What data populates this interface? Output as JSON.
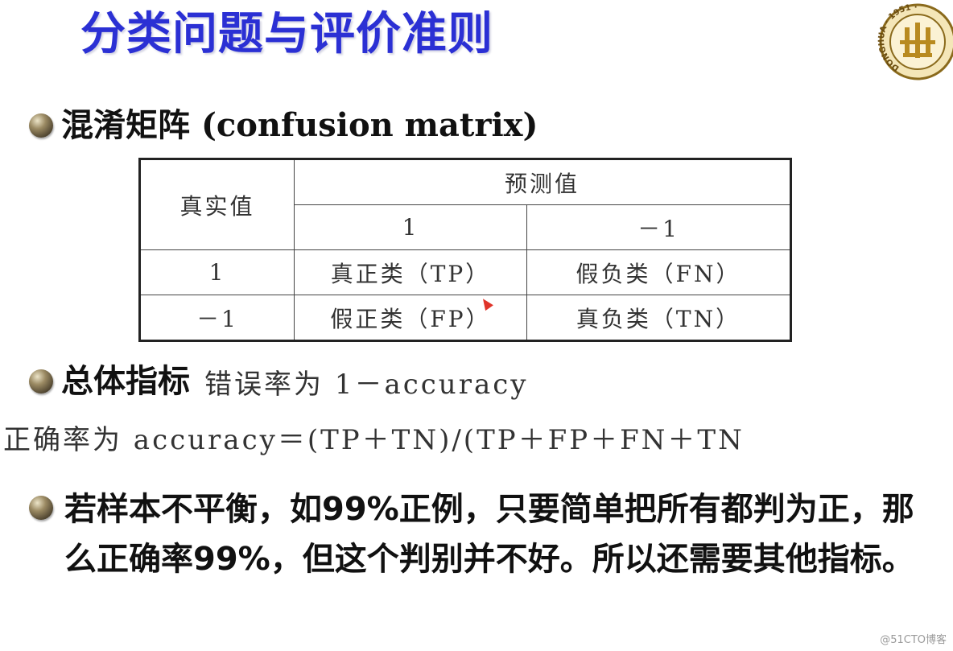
{
  "title": "分类问题与评价准则",
  "logo": {
    "name": "donghua-university-seal-icon",
    "text": "DONGHUA · 1951 ·"
  },
  "bullet1": {
    "label_cn": "混淆矩阵",
    "label_en": "(confusion matrix)"
  },
  "confusion_matrix": {
    "corner_header": "真实值",
    "predicted_header": "预测值",
    "pred_pos": "1",
    "pred_neg": "－1",
    "rows": [
      {
        "actual": "1",
        "c1": "真正类（TP）",
        "c2": "假负类（FN）"
      },
      {
        "actual": "－1",
        "c1": "假正类（FP）",
        "c2": "真负类（TN）"
      }
    ]
  },
  "bullet2": {
    "label": "总体指标",
    "sub": "错误率为 1－accuracy"
  },
  "formula": "正确率为 accuracy＝(TP＋TN)/(TP＋FP＋FN＋TN",
  "bullet3": {
    "text": "若样本不平衡，如99%正例，只要简单把所有都判为正，那么正确率99%，但这个判别并不好。所以还需要其他指标。"
  },
  "watermark": "@51CTO博客",
  "colors": {
    "title": "#2b30d4",
    "logo": "#c8a040",
    "cursor": "#e0342a"
  }
}
